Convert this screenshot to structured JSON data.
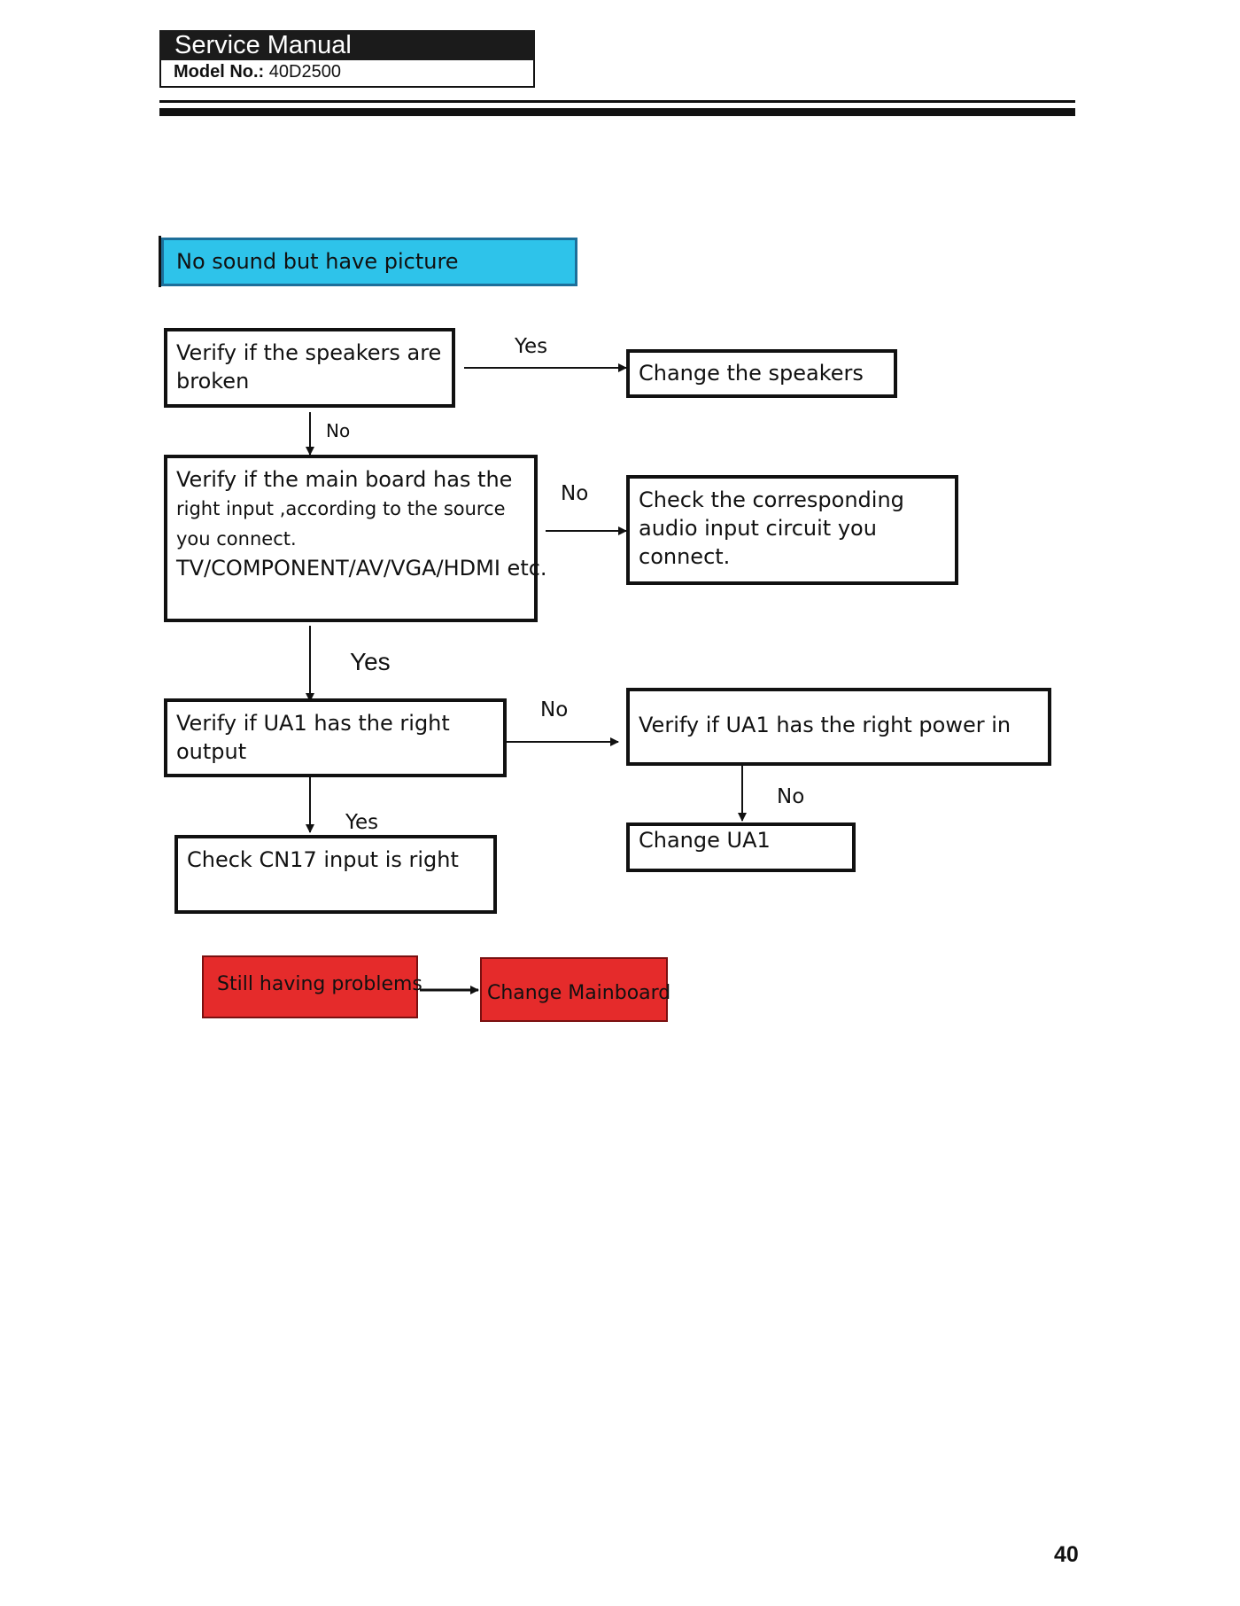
{
  "header": {
    "title": "Service Manual",
    "model_label": "Model No.:",
    "model_value": " 40D2500"
  },
  "flowchart": {
    "title": "No sound but have picture",
    "nodes": {
      "speakers_broken": "Verify if the speakers are broken",
      "change_speakers": "Change the speakers",
      "main_board_line1": "Verify if the main board has the",
      "main_board_line2": "right input ,according to the source",
      "main_board_line3": "you connect.",
      "main_board_line4": "TV/COMPONENT/AV/VGA/HDMI etc.",
      "check_audio_circuit": "Check the corresponding audio input circuit you connect.",
      "ua1_output": "Verify if UA1 has the right output",
      "ua1_power": "Verify if UA1 has the right power in",
      "check_cn17": "Check CN17 input is right",
      "change_ua1": "Change UA1",
      "still_problems": "Still having problems",
      "change_mainboard": "Change Mainboard"
    },
    "edge_labels": {
      "speakers_yes": "Yes",
      "speakers_no": "No",
      "main_board_no": "No",
      "main_board_yes": "Yes",
      "ua1_output_no": "No",
      "ua1_output_yes": "Yes",
      "ua1_power_no": "No"
    },
    "colors": {
      "title_fill": "#2ec3ea",
      "warning_fill": "#e52b2b"
    }
  },
  "footer": {
    "page_number": "40"
  }
}
